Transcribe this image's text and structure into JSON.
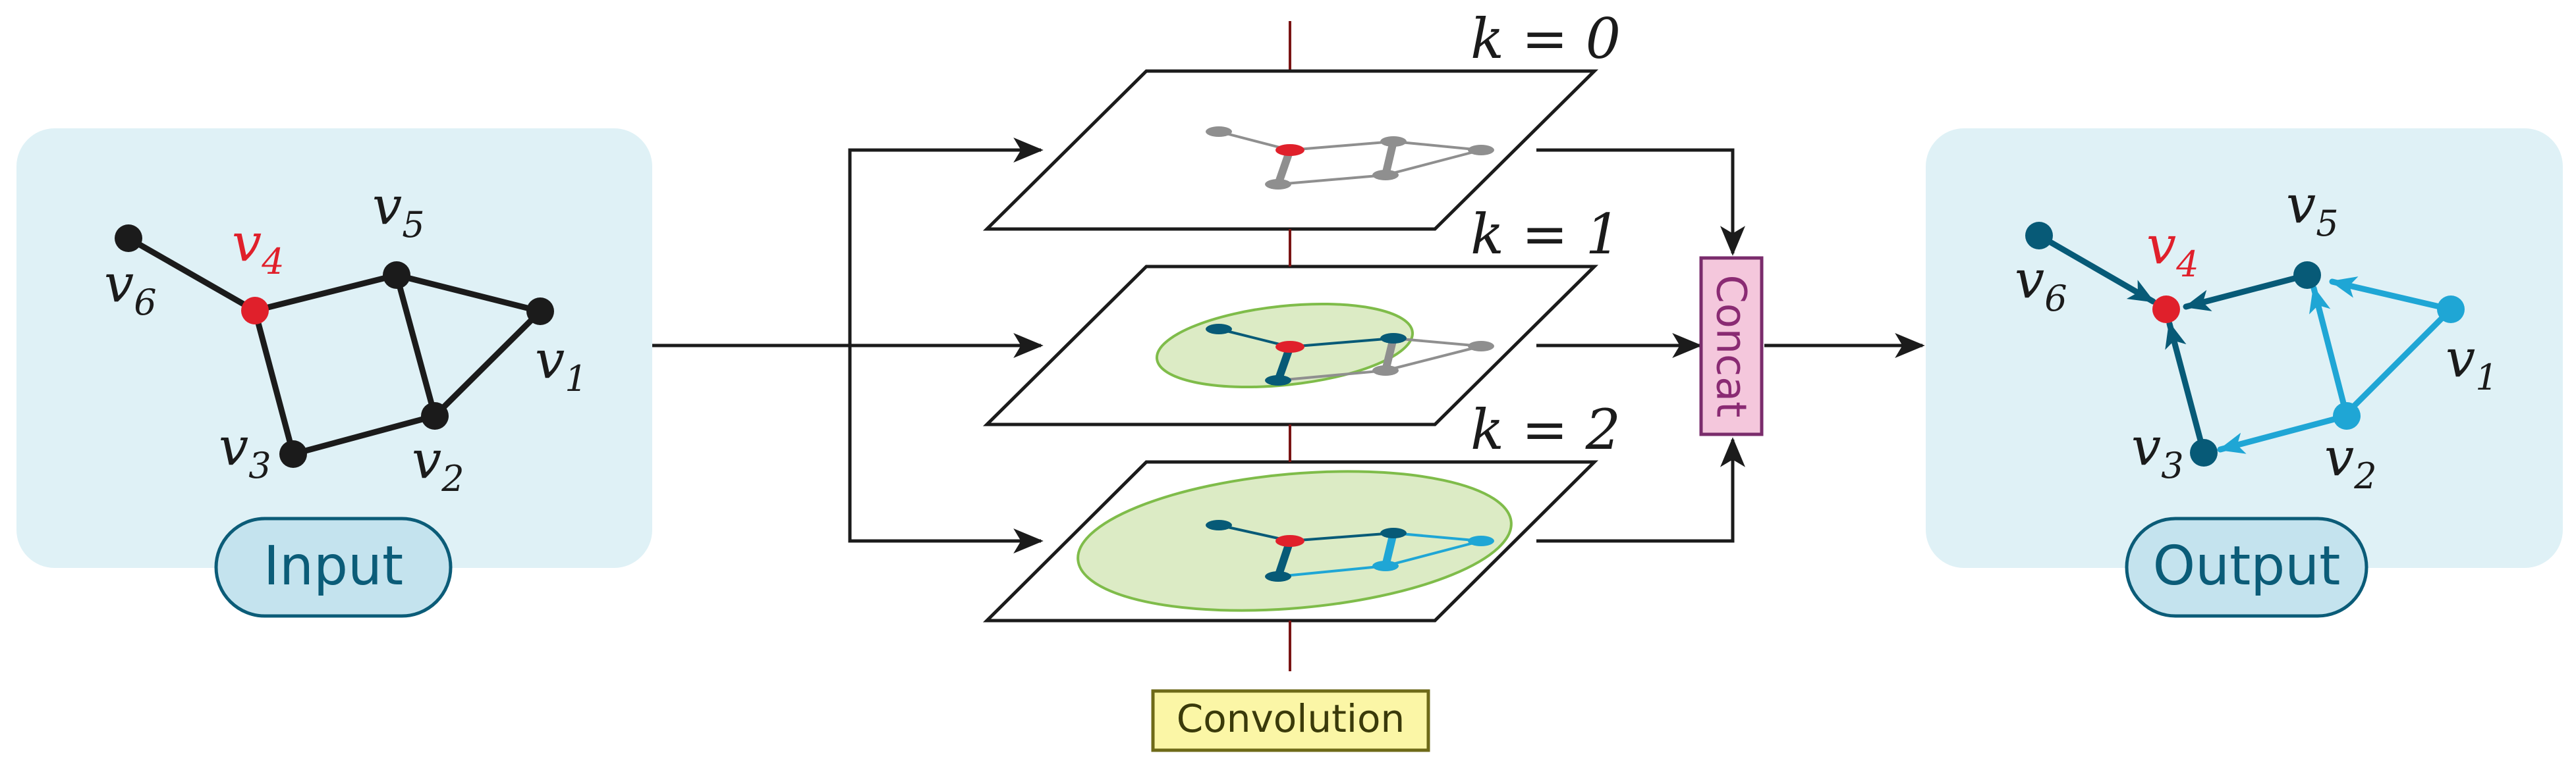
{
  "colors": {
    "panel_bg": "#dff1f6",
    "pill_bg": "#c4e3ee",
    "pill_border": "#0b5c78",
    "pill_text": "#0b5c78",
    "edge_black": "#1b1b1b",
    "highlight_red": "#e0202b",
    "dark_teal": "#075a77",
    "light_blue": "#1fa6d5",
    "gray": "#8f8f8f",
    "green_fill": "#dcebc5",
    "green_stroke": "#7fbc4a",
    "axis_line": "#7a1414",
    "concat_fill": "#f4c7dc",
    "concat_border": "#7a2c6c",
    "concat_text": "#8a2b73",
    "conv_fill": "#fbf6a6",
    "conv_border": "#6e6a18"
  },
  "input": {
    "label": "Input",
    "nodes": {
      "v1": {
        "base": "v",
        "sub": "1"
      },
      "v2": {
        "base": "v",
        "sub": "2"
      },
      "v3": {
        "base": "v",
        "sub": "3"
      },
      "v4": {
        "base": "v",
        "sub": "4"
      },
      "v5": {
        "base": "v",
        "sub": "5"
      },
      "v6": {
        "base": "v",
        "sub": "6"
      }
    }
  },
  "output": {
    "label": "Output",
    "nodes": {
      "v1": {
        "base": "v",
        "sub": "1"
      },
      "v2": {
        "base": "v",
        "sub": "2"
      },
      "v3": {
        "base": "v",
        "sub": "3"
      },
      "v4": {
        "base": "v",
        "sub": "4"
      },
      "v5": {
        "base": "v",
        "sub": "5"
      },
      "v6": {
        "base": "v",
        "sub": "6"
      }
    }
  },
  "layers": [
    {
      "label": "k = 0"
    },
    {
      "label": "k = 1"
    },
    {
      "label": "k = 2"
    }
  ],
  "concat": {
    "label": "Concat"
  },
  "convolution": {
    "label": "Convolution"
  }
}
